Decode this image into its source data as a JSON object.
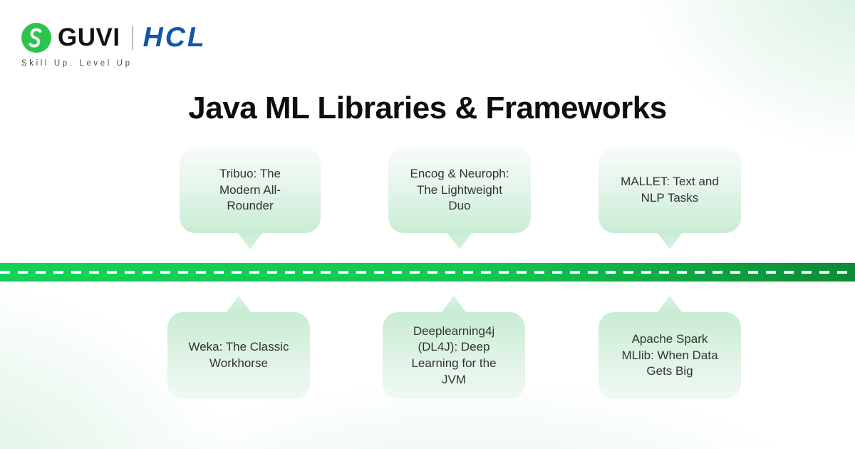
{
  "brand": {
    "guvi": "GUVI",
    "hcl": "HCL",
    "tagline": "Skill Up. Level Up"
  },
  "title": "Java ML Libraries & Frameworks",
  "callouts": {
    "top": [
      {
        "label": "Tribuo: The\nModern All-\nRounder"
      },
      {
        "label": "Encog & Neuroph:\nThe Lightweight\nDuo"
      },
      {
        "label": "MALLET: Text and\nNLP Tasks"
      }
    ],
    "bottom": [
      {
        "label": "Weka: The Classic\nWorkhorse"
      },
      {
        "label": "Deeplearning4j\n(DL4J): Deep\nLearning for the\nJVM"
      },
      {
        "label": "Apache Spark\nMLlib: When Data\nGets Big"
      }
    ]
  },
  "colors": {
    "timeline-start": "#14d157",
    "timeline-end": "#0c8b37",
    "dash-white": "#ffffff",
    "bubble-green": "#c8ecd3",
    "bubble-light": "#f7fcf8",
    "bubble-fade": "#eff9f2",
    "guvi-green": "#2cc44d",
    "hcl-blue": "#0f57a8",
    "title-black": "#0e0e0e",
    "body-text": "#30352f",
    "tagline-gray": "#4d4d4d",
    "bg-tint": "#d5f0de"
  }
}
